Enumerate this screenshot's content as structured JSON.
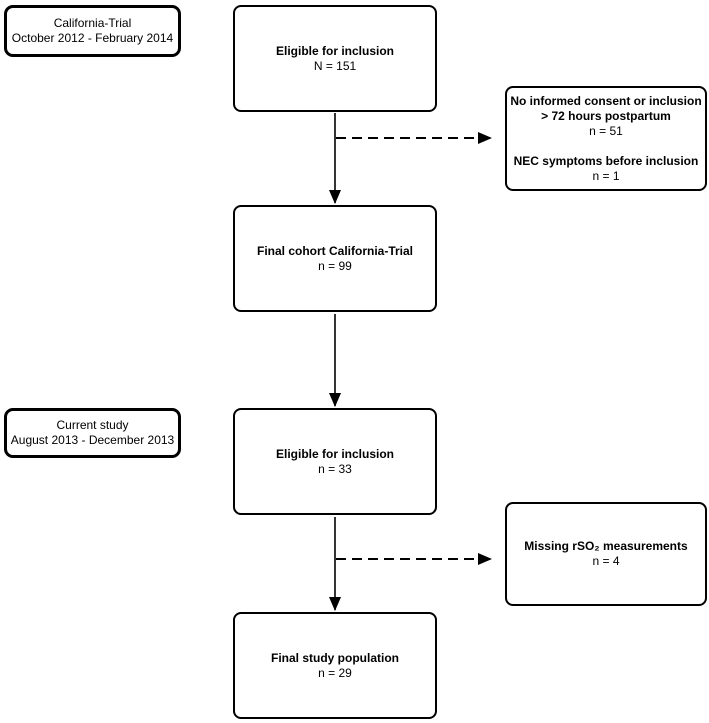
{
  "diagram": {
    "background_color": "#ffffff",
    "line_color": "#000000",
    "timeline_labels": {
      "california_trial": {
        "line1": "California-Trial",
        "line2": "October 2012 - February 2014"
      },
      "current_study": {
        "line1": "Current study",
        "line2": "August 2013 - December 2013"
      }
    },
    "nodes": {
      "eligible_trial": {
        "title": "Eligible for inclusion",
        "count": "N = 151"
      },
      "final_cohort": {
        "title": "Final cohort California-Trial",
        "count": "n = 99"
      },
      "eligible_current": {
        "title": "Eligible for inclusion",
        "count": "n = 33"
      },
      "final_study": {
        "title": "Final study population",
        "count": "n = 29"
      }
    },
    "exclusions": {
      "trial": {
        "reason1_line1": "No informed consent or inclusion",
        "reason1_line2": "> 72 hours postpartum",
        "reason1_count": "n = 51",
        "reason2": "NEC symptoms before inclusion",
        "reason2_count": "n = 1"
      },
      "current": {
        "reason": "Missing rSO₂ measurements",
        "count": "n = 4"
      }
    }
  }
}
